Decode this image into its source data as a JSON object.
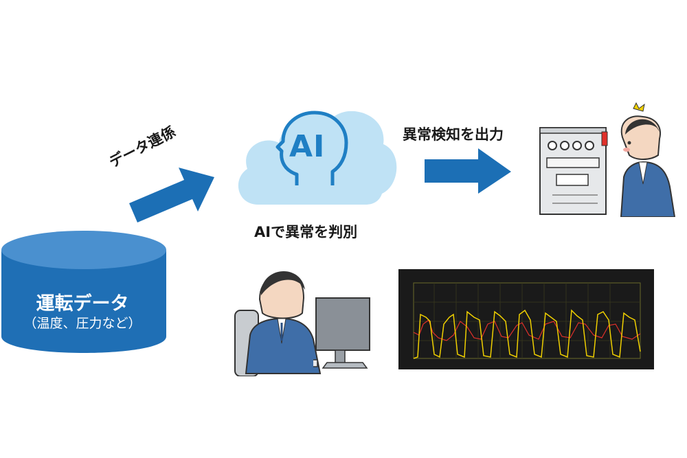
{
  "labels": {
    "data_link": "データ連係",
    "output": "異常検知を出力",
    "ai_judge": "AIで異常を判別"
  },
  "database": {
    "title": "運転データ",
    "subtitle": "（温度、圧力など）"
  },
  "cloud": {
    "text": "AI"
  },
  "colors": {
    "arrow_blue": "#1c6fb5",
    "cloud_light": "#bfe2f5",
    "db_blue": "#1f6fb5",
    "chart_bg": "#1a1a1a",
    "signal_yellow": "#f0d000",
    "signal_red": "#e0302a"
  },
  "icons": [
    "database-icon",
    "cloud-ai-icon",
    "machine-panel-icon",
    "surprised-person-icon",
    "office-worker-icon",
    "monitor-icon",
    "trend-chart-icon"
  ]
}
